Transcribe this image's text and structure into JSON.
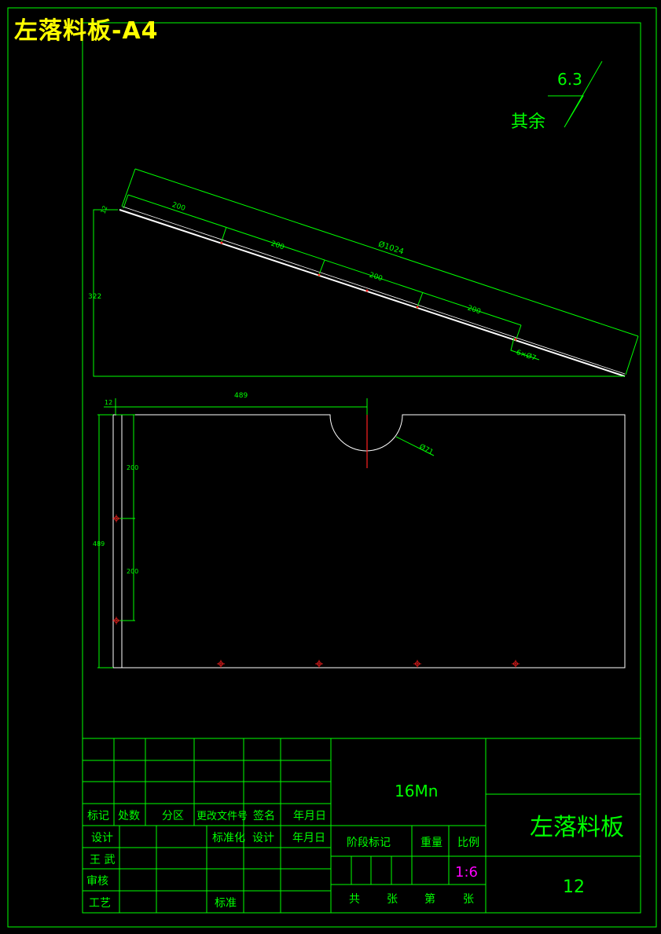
{
  "sheet_title": "左落料板-A4",
  "colors": {
    "frame": "#00ff00",
    "part": "#ffffff",
    "dim": "#00ff00",
    "center": "#ff2020",
    "title": "#ffff00",
    "scale": "#ff00ff"
  },
  "roughness": {
    "value": "6.3",
    "note": "其余"
  },
  "side_view": {
    "dims": {
      "seg1": "200",
      "seg2": "200",
      "seg3": "200",
      "seg4": "200",
      "overall": "Ø1024",
      "height": "322",
      "holes": "6×Ø7",
      "small": "12"
    }
  },
  "plan_view": {
    "dims": {
      "top_offset": "12",
      "top_length": "489",
      "radius": "Ø71",
      "v1": "200",
      "v2": "200",
      "left_height": "489"
    }
  },
  "title_block": {
    "rev_headers": [
      "标记",
      "处数",
      "分区",
      "更改文件号",
      "签名",
      "年月日"
    ],
    "row_design": [
      "设计",
      "标准化",
      "设计",
      "年月日"
    ],
    "designer": "王 武",
    "check": "审核",
    "process": "工艺",
    "approve": "标准",
    "material": "16Mn",
    "stage_mark": "阶段标记",
    "weight": "重量",
    "scale_label": "比例",
    "scale_value": "1:6",
    "sheet_total": "共",
    "sheet_zhang1": "张",
    "sheet_di": "第",
    "sheet_zhang2": "张",
    "part_name": "左落料板",
    "drawing_no": "12"
  }
}
